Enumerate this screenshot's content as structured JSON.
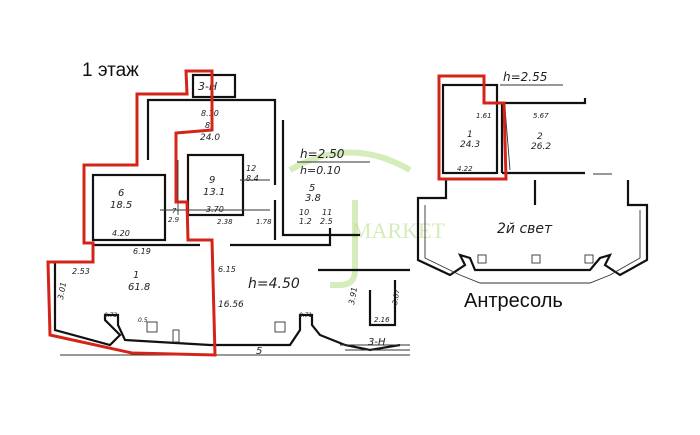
{
  "floor1": {
    "title": "1 этаж",
    "height_label_top": "h=2.50",
    "height_label_sub": "h=0.10",
    "height_label_main": "h=4.50",
    "stair_label_top": "3-Н",
    "stair_label_bottom": "3-Н",
    "entrance_label": "5",
    "rooms": [
      {
        "num": "1",
        "area": "61.8"
      },
      {
        "num": "6",
        "area": "18.5"
      },
      {
        "num": "9",
        "area": "13.1"
      },
      {
        "num": "7",
        "area": "2.9"
      },
      {
        "num": "5",
        "area": "3.8"
      },
      {
        "num": "10",
        "area": "1.2"
      },
      {
        "num": "11",
        "area": "2.5"
      },
      {
        "num": "8",
        "area": "24.0"
      },
      {
        "num": "12",
        "area": "8.4"
      }
    ],
    "dimensions": [
      "8.10",
      "4.20",
      "6.19",
      "3.70",
      "2.38",
      "1.78",
      "2.53",
      "3.01",
      "16.56",
      "6.15",
      "3.91",
      "2.16",
      "3.07",
      "0.71",
      "0.73",
      "0.5"
    ]
  },
  "mezzanine": {
    "title": "Антресоль",
    "height_label": "h=2.55",
    "second_light_label": "2й свет",
    "rooms": [
      {
        "num": "1",
        "area": "24.3"
      },
      {
        "num": "2",
        "area": "26.2"
      }
    ],
    "dimensions": [
      "1.61",
      "5.67",
      "4.22"
    ]
  },
  "watermark": "MARKET",
  "colors": {
    "highlight": "#d42418",
    "watermark": "#b9e08d",
    "lines": "#111111"
  }
}
